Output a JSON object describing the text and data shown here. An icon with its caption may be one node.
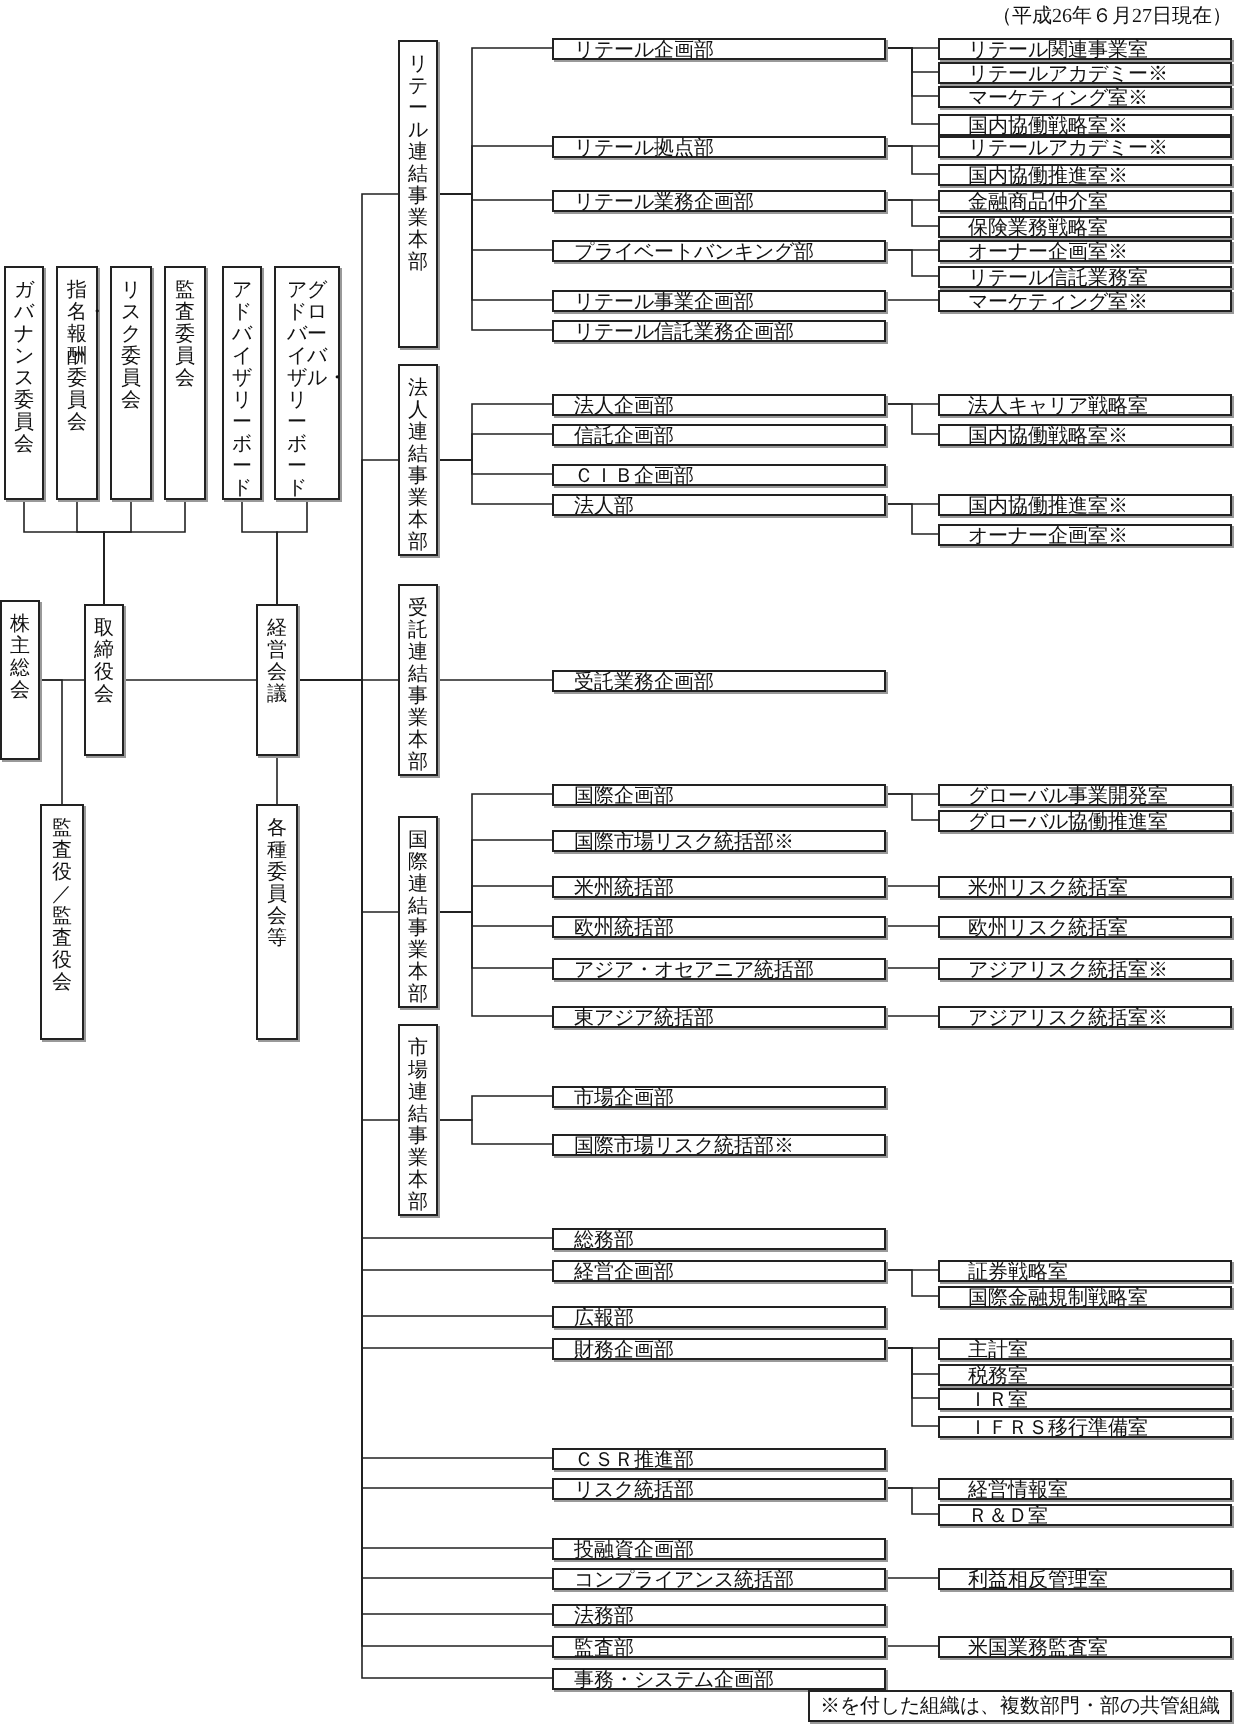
{
  "diagram": {
    "nodes": [
      {
        "text": [
          "ガバナンス委員会"
        ]
      },
      {
        "text": [
          "指名・報酬委員会"
        ]
      },
      {
        "text": [
          "リスク委員会"
        ]
      },
      {
        "text": [
          "監査委員会"
        ]
      },
      {
        "text": [
          "アドバイザリーボード"
        ]
      },
      {
        "text": [
          "グローバル・アドバイザリーボード"
        ]
      },
      {
        "text": [
          "株主総会"
        ]
      },
      {
        "text": [
          "取締役会"
        ]
      },
      {
        "text": [
          "経営会議"
        ]
      },
      {
        "text": [
          "監査役／監査役会"
        ]
      },
      {
        "text": [
          "各種委員会等"
        ]
      },
      {
        "text": [
          "リテール連結事業本部"
        ]
      },
      {
        "text": [
          "リテール企画部"
        ]
      },
      {
        "text": [
          "リテール関連事業室"
        ]
      },
      {
        "text": [
          "リテールアカデミー※"
        ]
      },
      {
        "text": [
          "マーケティング室※"
        ]
      },
      {
        "text": [
          "国内協働戦略室※"
        ]
      },
      {
        "text": [
          "リテール拠点部"
        ]
      },
      {
        "text": [
          "リテールアカデミー※"
        ]
      },
      {
        "text": [
          "国内協働推進室※"
        ]
      },
      {
        "text": [
          "リテール業務企画部"
        ]
      },
      {
        "text": [
          "金融商品仲介室"
        ]
      },
      {
        "text": [
          "保険業務戦略室"
        ]
      },
      {
        "text": [
          "プライベートバンキング部"
        ]
      },
      {
        "text": [
          "オーナー企画室※"
        ]
      },
      {
        "text": [
          "リテール信託業務室"
        ]
      },
      {
        "text": [
          "リテール事業企画部"
        ]
      },
      {
        "text": [
          "マーケティング室※"
        ]
      },
      {
        "text": [
          "リテール信託業務企画部"
        ]
      },
      {
        "text": [
          "法人連結事業本部"
        ]
      },
      {
        "text": [
          "法人企画部"
        ]
      },
      {
        "text": [
          "法人キャリア戦略室"
        ]
      },
      {
        "text": [
          "国内協働戦略室※"
        ]
      },
      {
        "text": [
          "信託企画部"
        ]
      },
      {
        "text": [
          "ＣＩＢ企画部"
        ]
      },
      {
        "text": [
          "法人部"
        ]
      },
      {
        "text": [
          "国内協働推進室※"
        ]
      },
      {
        "text": [
          "オーナー企画室※"
        ]
      },
      {
        "text": [
          "受託連結事業本部"
        ]
      },
      {
        "text": [
          "受託業務企画部"
        ]
      },
      {
        "text": [
          "国際連結事業本部"
        ]
      },
      {
        "text": [
          "国際企画部"
        ]
      },
      {
        "text": [
          "グローバル事業開発室"
        ]
      },
      {
        "text": [
          "グローバル協働推進室"
        ]
      },
      {
        "text": [
          "国際市場リスク統括部※"
        ]
      },
      {
        "text": [
          "米州統括部"
        ]
      },
      {
        "text": [
          "米州リスク統括室"
        ]
      },
      {
        "text": [
          "欧州統括部"
        ]
      },
      {
        "text": [
          "欧州リスク統括室"
        ]
      },
      {
        "text": [
          "アジア・オセアニア統括部"
        ]
      },
      {
        "text": [
          "アジアリスク統括室※"
        ]
      },
      {
        "text": [
          "東アジア統括部"
        ]
      },
      {
        "text": [
          "アジアリスク統括室※"
        ]
      },
      {
        "text": [
          "市場連結事業本部"
        ]
      },
      {
        "text": [
          "市場企画部"
        ]
      },
      {
        "text": [
          "国際市場リスク統括部※"
        ]
      },
      {
        "text": [
          "総務部"
        ]
      },
      {
        "text": [
          "経営企画部"
        ]
      },
      {
        "text": [
          "証券戦略室"
        ]
      },
      {
        "text": [
          "国際金融規制戦略室"
        ]
      },
      {
        "text": [
          "広報部"
        ]
      },
      {
        "text": [
          "財務企画部"
        ]
      },
      {
        "text": [
          "主計室"
        ]
      },
      {
        "text": [
          "税務室"
        ]
      },
      {
        "text": [
          "ＩＲ室"
        ]
      },
      {
        "text": [
          "ＩＦＲＳ移行準備室"
        ]
      },
      {
        "text": [
          "ＣＳＲ推進部"
        ]
      },
      {
        "text": [
          "リスク統括部"
        ]
      },
      {
        "text": [
          "経営情報室"
        ]
      },
      {
        "text": [
          "Ｒ＆Ｄ室"
        ]
      },
      {
        "text": [
          "投融資企画部"
        ]
      },
      {
        "text": [
          "コンプライアンス統括部"
        ]
      },
      {
        "text": [
          "利益相反管理室"
        ]
      },
      {
        "text": [
          "法務部"
        ]
      },
      {
        "text": [
          "監査部"
        ]
      },
      {
        "text": [
          "米国業務監査室"
        ]
      },
      {
        "text": [
          "事務・システム企画部"
        ]
      },
      {
        "text": [
          "※を付した組織は、複数部門・部の共管組織"
        ]
      }
    ],
    "edges": [
      {
        "from": 7,
        "to": 0,
        "arrow": "none"
      },
      {
        "from": 7,
        "to": 1,
        "arrow": "none"
      },
      {
        "from": 7,
        "to": 2,
        "arrow": "none"
      },
      {
        "from": 7,
        "to": 3,
        "arrow": "none"
      },
      {
        "from": 8,
        "to": 4,
        "arrow": "none"
      },
      {
        "from": 8,
        "to": 5,
        "arrow": "none"
      },
      {
        "from": 6,
        "to": 7,
        "arrow": "none"
      },
      {
        "from": 6,
        "to": 9,
        "arrow": "none"
      },
      {
        "from": 7,
        "to": 8,
        "arrow": "none"
      },
      {
        "from": 8,
        "to": 10,
        "arrow": "none"
      },
      {
        "from": 8,
        "to": 11,
        "arrow": "none"
      },
      {
        "from": 11,
        "to": 12,
        "arrow": "none"
      },
      {
        "from": 12,
        "to": 13,
        "arrow": "none"
      },
      {
        "from": 12,
        "to": 14,
        "arrow": "none"
      },
      {
        "from": 12,
        "to": 15,
        "arrow": "none"
      },
      {
        "from": 12,
        "to": 16,
        "arrow": "none"
      },
      {
        "from": 11,
        "to": 17,
        "arrow": "none"
      },
      {
        "from": 17,
        "to": 18,
        "arrow": "none"
      },
      {
        "from": 17,
        "to": 19,
        "arrow": "none"
      },
      {
        "from": 11,
        "to": 20,
        "arrow": "none"
      },
      {
        "from": 20,
        "to": 21,
        "arrow": "none"
      },
      {
        "from": 20,
        "to": 22,
        "arrow": "none"
      },
      {
        "from": 11,
        "to": 23,
        "arrow": "none"
      },
      {
        "from": 23,
        "to": 24,
        "arrow": "none"
      },
      {
        "from": 23,
        "to": 25,
        "arrow": "none"
      },
      {
        "from": 11,
        "to": 26,
        "arrow": "none"
      },
      {
        "from": 26,
        "to": 27,
        "arrow": "none"
      },
      {
        "from": 11,
        "to": 28,
        "arrow": "none"
      },
      {
        "from": 8,
        "to": 29,
        "arrow": "none"
      },
      {
        "from": 29,
        "to": 30,
        "arrow": "none"
      },
      {
        "from": 30,
        "to": 31,
        "arrow": "none"
      },
      {
        "from": 30,
        "to": 32,
        "arrow": "none"
      },
      {
        "from": 29,
        "to": 33,
        "arrow": "none"
      },
      {
        "from": 29,
        "to": 34,
        "arrow": "none"
      },
      {
        "from": 29,
        "to": 35,
        "arrow": "none"
      },
      {
        "from": 35,
        "to": 36,
        "arrow": "none"
      },
      {
        "from": 35,
        "to": 37,
        "arrow": "none"
      },
      {
        "from": 8,
        "to": 38,
        "arrow": "none"
      },
      {
        "from": 38,
        "to": 39,
        "arrow": "none"
      },
      {
        "from": 8,
        "to": 40,
        "arrow": "none"
      },
      {
        "from": 40,
        "to": 41,
        "arrow": "none"
      },
      {
        "from": 41,
        "to": 42,
        "arrow": "none"
      },
      {
        "from": 41,
        "to": 43,
        "arrow": "none"
      },
      {
        "from": 40,
        "to": 44,
        "arrow": "none"
      },
      {
        "from": 40,
        "to": 45,
        "arrow": "none"
      },
      {
        "from": 45,
        "to": 46,
        "arrow": "none"
      },
      {
        "from": 40,
        "to": 47,
        "arrow": "none"
      },
      {
        "from": 47,
        "to": 48,
        "arrow": "none"
      },
      {
        "from": 40,
        "to": 49,
        "arrow": "none"
      },
      {
        "from": 49,
        "to": 50,
        "arrow": "none"
      },
      {
        "from": 40,
        "to": 51,
        "arrow": "none"
      },
      {
        "from": 51,
        "to": 52,
        "arrow": "none"
      },
      {
        "from": 8,
        "to": 53,
        "arrow": "none"
      },
      {
        "from": 53,
        "to": 54,
        "arrow": "none"
      },
      {
        "from": 53,
        "to": 55,
        "arrow": "none"
      },
      {
        "from": 8,
        "to": 56,
        "arrow": "none"
      },
      {
        "from": 8,
        "to": 57,
        "arrow": "none"
      },
      {
        "from": 57,
        "to": 58,
        "arrow": "none"
      },
      {
        "from": 57,
        "to": 59,
        "arrow": "none"
      },
      {
        "from": 8,
        "to": 60,
        "arrow": "none"
      },
      {
        "from": 8,
        "to": 61,
        "arrow": "none"
      },
      {
        "from": 61,
        "to": 62,
        "arrow": "none"
      },
      {
        "from": 61,
        "to": 63,
        "arrow": "none"
      },
      {
        "from": 61,
        "to": 64,
        "arrow": "none"
      },
      {
        "from": 61,
        "to": 65,
        "arrow": "none"
      },
      {
        "from": 8,
        "to": 66,
        "arrow": "none"
      },
      {
        "from": 8,
        "to": 67,
        "arrow": "none"
      },
      {
        "from": 67,
        "to": 68,
        "arrow": "none"
      },
      {
        "from": 67,
        "to": 69,
        "arrow": "none"
      },
      {
        "from": 8,
        "to": 70,
        "arrow": "none"
      },
      {
        "from": 8,
        "to": 71,
        "arrow": "none"
      },
      {
        "from": 71,
        "to": 72,
        "arrow": "none"
      },
      {
        "from": 8,
        "to": 73,
        "arrow": "none"
      },
      {
        "from": 8,
        "to": 74,
        "arrow": "none"
      },
      {
        "from": 74,
        "to": 75,
        "arrow": "none"
      },
      {
        "from": 8,
        "to": 76,
        "arrow": "none"
      }
    ],
    "labels": [
      "（平成26年６月27日現在）"
    ]
  }
}
